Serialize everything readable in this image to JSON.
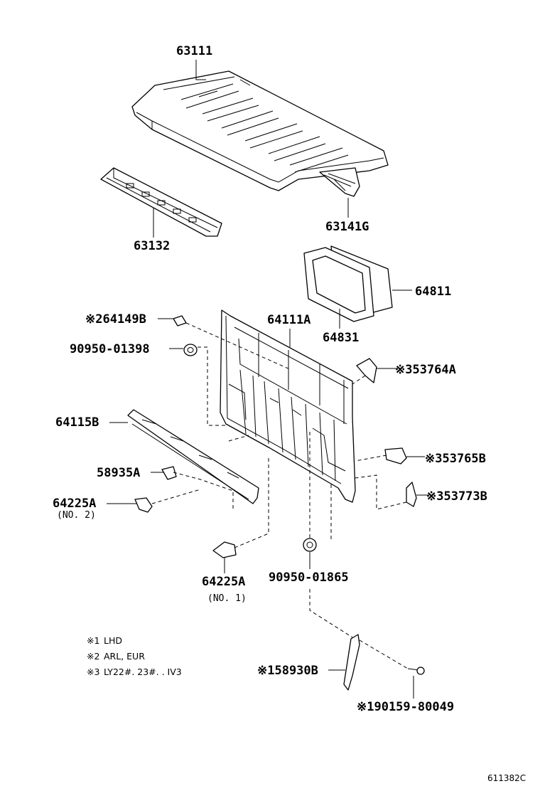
{
  "parts": {
    "roof_panel": "63111",
    "roof_header": "63132",
    "roof_bow": "63141G",
    "window_glass": "64811",
    "weatherstrip": "64831",
    "clip_upper": "※264149B",
    "grommet_upper": "90950-01398",
    "back_panel": "64111A",
    "bracket_a": "※353764A",
    "lower_reinforcement": "64115B",
    "bracket_b": "※353765B",
    "bracket_small": "58935A",
    "bracket_c": "※353773B",
    "bracket_no2": "64225A",
    "bracket_no2_note": "(NO. 2)",
    "bracket_no1": "64225A",
    "bracket_no1_note": "(NO. 1)",
    "grommet_lower": "90950-01865",
    "strap": "※158930B",
    "bolt": "※190159-80049"
  },
  "notes": [
    {
      "mark": "※1",
      "text": "LHD"
    },
    {
      "mark": "※2",
      "text": "ARL, EUR"
    },
    {
      "mark": "※3",
      "text": "LY22#. 23#. . IV3"
    }
  ],
  "ref_code": "611382C"
}
